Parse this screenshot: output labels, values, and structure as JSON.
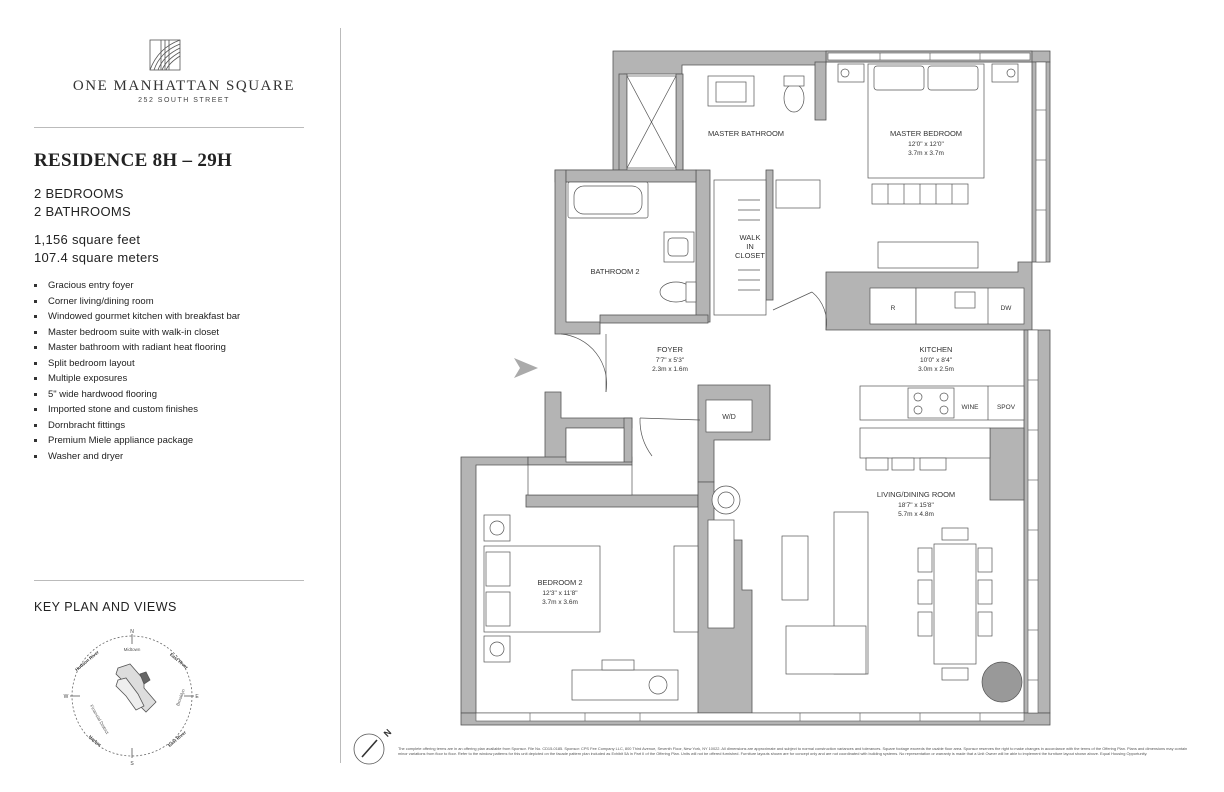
{
  "brand": {
    "name": "ONE MANHATTAN SQUARE",
    "address": "252 SOUTH STREET"
  },
  "residence": {
    "title": "RESIDENCE 8H – 29H",
    "bedrooms": "2 BEDROOMS",
    "bathrooms": "2 BATHROOMS",
    "sqft": "1,156 square feet",
    "sqm": "107.4 square meters"
  },
  "features": [
    "Gracious entry foyer",
    "Corner living/dining room",
    "Windowed gourmet kitchen with breakfast bar",
    "Master bedroom suite with walk-in closet",
    "Master bathroom with radiant heat flooring",
    "Split bedroom layout",
    "Multiple exposures",
    "5\" wide hardwood flooring",
    "Imported stone and custom finishes",
    "Dornbracht fittings",
    "Premium Miele appliance package",
    "Washer and dryer"
  ],
  "key_plan": {
    "title": "KEY PLAN AND VIEWS",
    "n": "N",
    "s": "S",
    "e": "E",
    "w": "W",
    "midtown": "Midtown",
    "hudson": "Hudson River",
    "east_river_top": "East River",
    "brooklyn": "Brooklyn",
    "financial": "Financial District",
    "harbor": "Harbor",
    "east_river_bottom": "East River"
  },
  "rooms": {
    "master_bathroom": "MASTER BATHROOM",
    "master_bedroom": "MASTER BEDROOM",
    "master_bedroom_ft": "12'0\" x 12'0\"",
    "master_bedroom_m": "3.7m x 3.7m",
    "walk_in_1": "WALK",
    "walk_in_2": "IN",
    "walk_in_3": "CLOSET",
    "bathroom2": "BATHROOM 2",
    "foyer": "FOYER",
    "foyer_ft": "7'7\" x 5'3\"",
    "foyer_m": "2.3m x 1.6m",
    "kitchen": "KITCHEN",
    "kitchen_ft": "10'0\" x 8'4\"",
    "kitchen_m": "3.0m x 2.5m",
    "living": "LIVING/DINING ROOM",
    "living_ft": "18'7\" x 15'8\"",
    "living_m": "5.7m x 4.8m",
    "bedroom2": "BEDROOM 2",
    "bedroom2_ft": "12'3\" x 11'8\"",
    "bedroom2_m": "3.7m x 3.6m",
    "wd": "W/D",
    "r": "R",
    "dw": "DW",
    "wine": "WINE",
    "spov": "SPOV"
  },
  "north_label": "N",
  "disclaimer": "The complete offering terms are in an offering plan available from Sponsor. File No. CD15-0185. Sponsor: CPS Fee Company LLC, 800 Third Avenue, Seventh Floor, New York, NY 10022. All dimensions are approximate and subject to normal construction variances and tolerances. Square footage exceeds the usable floor area. Sponsor reserves the right to make changes in accordance with the terms of the Offering Plan. Plans and dimensions may contain minor variations from floor to floor. Refer to the window patterns for this unit depicted on the facade pattern plan included as Exhibit 5A in Part II of the Offering Plan. Units will not be offered furnished. Furniture layouts shown are for concept only and are not coordinated with building systems. No representation or warranty is made that a Unit Owner will be able to implement the furniture layout shown above. Equal Housing Opportunity.",
  "colors": {
    "wall": "#b4b4b4",
    "line": "#555555",
    "text": "#222222"
  }
}
